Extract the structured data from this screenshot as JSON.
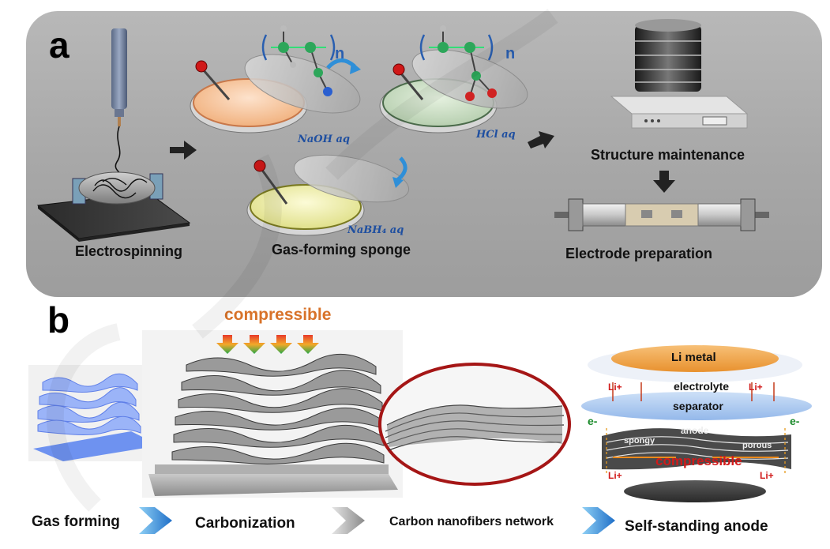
{
  "panel_a": {
    "label": "a",
    "steps": {
      "electrospinning": "Electrospinning",
      "gas_forming_sponge": "Gas-forming sponge",
      "structure_maintenance": "Structure maintenance",
      "electrode_preparation": "Electrode preparation"
    },
    "reagents": {
      "naoh": "NaOH aq",
      "hcl": "HCl aq",
      "nabh4": "NaBH₄ aq"
    },
    "polymer_repeat": "n"
  },
  "panel_b": {
    "label": "b",
    "compressible_top": "compressible",
    "steps": {
      "gas_forming": "Gas forming",
      "carbonization": "Carbonization",
      "carbon_network": "Carbon nanofibers network",
      "self_standing_anode": "Self-standing anode"
    },
    "cell": {
      "li_metal": "Li metal",
      "electrolyte": "electrolyte",
      "separator": "separator",
      "anode": "anode",
      "spongy": "spongy",
      "porous": "porous",
      "compressible": "compressible",
      "li_plus": "Li+",
      "e_minus": "e-"
    }
  },
  "colors": {
    "panel_bg": "#a9a9a9",
    "arrow_blue": "#1f8fd8",
    "li_metal": "#f2a84a",
    "separator": "#a8c8ee",
    "fiber_blue": "#8fa8f5",
    "ring_red": "#b01515",
    "label_red": "#d11a1a"
  }
}
